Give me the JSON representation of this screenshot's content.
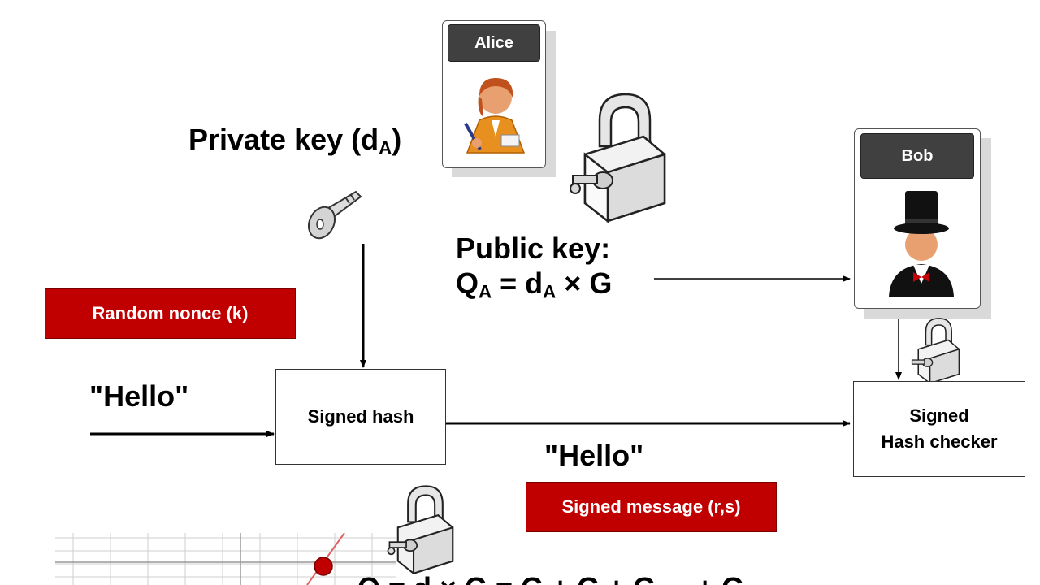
{
  "alice": {
    "name": "Alice"
  },
  "bob": {
    "name": "Bob"
  },
  "private_key": {
    "prefix": "Private key (d",
    "sub": "A",
    "suffix": ")"
  },
  "public_key": {
    "line1": "Public key:",
    "q": "Q",
    "q_sub": "A",
    "eq": " = d",
    "d_sub": "A",
    "rest": " × G"
  },
  "random_nonce": "Random nonce (k)",
  "hello_input": "\"Hello\"",
  "signed_hash": "Signed hash",
  "hello_output": "\"Hello\"",
  "signed_message": "Signed message (r,s)",
  "checker": {
    "line1": "Signed",
    "line2": "Hash checker"
  },
  "bottom_formula": "Q = d × G = G + G + G ... + G",
  "colors": {
    "accent_red": "#c00000",
    "card_title": "#404040"
  }
}
